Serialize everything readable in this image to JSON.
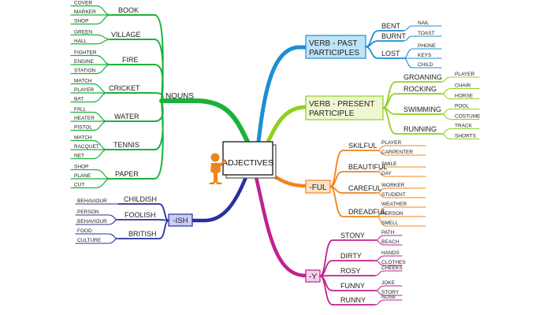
{
  "center": {
    "label": "ADJECTIVES"
  },
  "colors": {
    "nouns": "#19b23b",
    "past": "#1a8fd6",
    "present": "#8fd11f",
    "ful": "#f08419",
    "y": "#c0218e",
    "ish": "#2b2f9e",
    "past_box": "#bfe3f7",
    "present_box": "#eef7d2",
    "ful_box": "#fde3c7",
    "y_box": "#f7cde8",
    "ish_box": "#c9ccf5",
    "figure": "#f08419"
  },
  "branches": {
    "nouns": {
      "label": "NOUNS",
      "groups": [
        {
          "label": "BOOK",
          "leaves": [
            "COVER",
            "MARKER",
            "SHOP"
          ]
        },
        {
          "label": "VILLAGE",
          "leaves": [
            "GREEN",
            "HALL"
          ]
        },
        {
          "label": "FIRE",
          "leaves": [
            "FIGHTER",
            "ENGINE",
            "STATION"
          ]
        },
        {
          "label": "CRICKET",
          "leaves": [
            "MATCH",
            "PLAYER",
            "BAT"
          ]
        },
        {
          "label": "WATER",
          "leaves": [
            "FALL",
            "HEATER",
            "PISTOL"
          ]
        },
        {
          "label": "TENNIS",
          "leaves": [
            "MATCH",
            "RACQUET",
            "NET"
          ]
        },
        {
          "label": "PAPER",
          "leaves": [
            "SHOP",
            "PLANE",
            "CUT"
          ]
        }
      ]
    },
    "ish": {
      "label": "-ISH",
      "groups": [
        {
          "label": "CHILDISH",
          "leaves": [
            "BEHAVIOUR"
          ]
        },
        {
          "label": "FOOLISH",
          "leaves": [
            "PERSON",
            "BEHAVIOUR"
          ]
        },
        {
          "label": "BRITISH",
          "leaves": [
            "FOOD",
            "CULTURE"
          ]
        }
      ]
    },
    "past": {
      "label": [
        "VERB - PAST",
        "PARTICIPLES"
      ],
      "groups": [
        {
          "label": "BENT",
          "leaves": [
            "NAIL"
          ]
        },
        {
          "label": "BURNT",
          "leaves": [
            "TOAST"
          ]
        },
        {
          "label": "LOST",
          "leaves": [
            "PHONE",
            "KEYS",
            "CHILD"
          ]
        }
      ]
    },
    "present": {
      "label": [
        "VERB - PRESENT",
        "PARTICIPLE"
      ],
      "groups": [
        {
          "label": "GROANING",
          "leaves": [
            "PLAYER"
          ]
        },
        {
          "label": "ROCKING",
          "leaves": [
            "CHAIR",
            "HORSE"
          ]
        },
        {
          "label": "SWIMMING",
          "leaves": [
            "POOL",
            "COSTUME"
          ]
        },
        {
          "label": "RUNNING",
          "leaves": [
            "TRACK",
            "SHORTS"
          ]
        }
      ]
    },
    "ful": {
      "label": "-FUL",
      "groups": [
        {
          "label": "SKILFUL",
          "leaves": [
            "PLAYER",
            "CARPENTER"
          ]
        },
        {
          "label": "BEAUTIFUL",
          "leaves": [
            "SMILE",
            "DAY"
          ]
        },
        {
          "label": "CAREFUL",
          "leaves": [
            "WORKER",
            "STUDENT"
          ]
        },
        {
          "label": "DREADFUL",
          "leaves": [
            "WEATHER",
            "PERSON",
            "SMELL"
          ]
        }
      ]
    },
    "y": {
      "label": "-Y",
      "groups": [
        {
          "label": "STONY",
          "leaves": [
            "PATH",
            "BEACH"
          ]
        },
        {
          "label": "DIRTY",
          "leaves": [
            "HANDS",
            "CLOTHES"
          ]
        },
        {
          "label": "ROSY",
          "leaves": [
            "CHEEKS"
          ]
        },
        {
          "label": "FUNNY",
          "leaves": [
            "JOKE",
            "STORY"
          ]
        },
        {
          "label": "RUNNY",
          "leaves": [
            "NOSE"
          ]
        }
      ]
    }
  }
}
